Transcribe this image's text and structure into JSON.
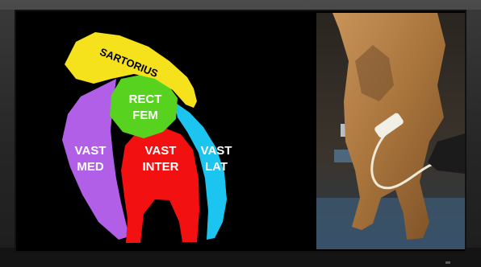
{
  "diagram": {
    "labels": {
      "sartorius": "SARTORIUS",
      "rect_fem_line1": "RECT",
      "rect_fem_line2": "FEM",
      "vast_med_line1": "VAST",
      "vast_med_line2": "MED",
      "vast_inter_line1": "VAST",
      "vast_inter_line2": "INTER",
      "vast_lat_line1": "VAST",
      "vast_lat_line2": "LAT"
    },
    "colors": {
      "sartorius": "#f5e21c",
      "rectus_femoris": "#57d21f",
      "vastus_medialis": "#b25fe8",
      "vastus_intermedius": "#f21010",
      "vastus_lateralis": "#1cc4f0",
      "background": "#000000"
    }
  },
  "photo": {
    "icons": [
      "dog",
      "ultrasound-probe",
      "probe-cable",
      "hand"
    ]
  }
}
